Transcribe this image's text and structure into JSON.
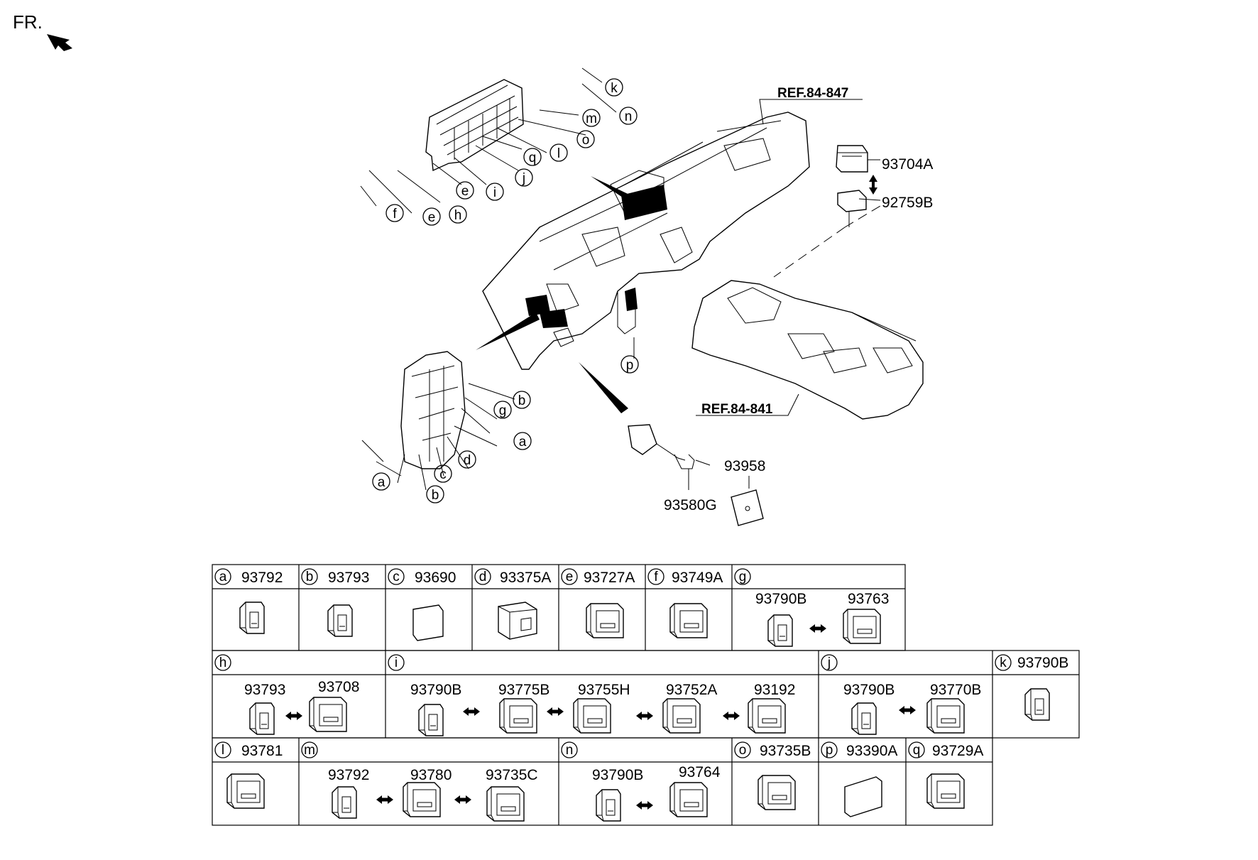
{
  "orientation_label": "FR.",
  "references": [
    "REF.84-847",
    "REF.84-841"
  ],
  "callouts": {
    "top_panel": [
      "k",
      "n",
      "m",
      "o",
      "l",
      "q",
      "j",
      "i",
      "e",
      "h",
      "e",
      "f"
    ],
    "left_panel": [
      "b",
      "g",
      "a",
      "d",
      "c",
      "b",
      "a"
    ],
    "center": [
      "p"
    ]
  },
  "parts": {
    "p93704A": "93704A",
    "p92759B": "92759B",
    "p93958": "93958",
    "p93580G": "93580G"
  },
  "table": {
    "row1": [
      {
        "key": "a",
        "part": "93792"
      },
      {
        "key": "b",
        "part": "93793"
      },
      {
        "key": "c",
        "part": "93690"
      },
      {
        "key": "d",
        "part": "93375A"
      },
      {
        "key": "e",
        "part": "93727A"
      },
      {
        "key": "f",
        "part": "93749A"
      },
      {
        "key": "g",
        "part": "",
        "alts": [
          "93790B",
          "93763"
        ]
      }
    ],
    "row2": [
      {
        "key": "h",
        "alts": [
          "93793",
          "93708"
        ]
      },
      {
        "key": "i",
        "alts": [
          "93790B",
          "93775B",
          "93755H",
          "93752A",
          "93192"
        ]
      },
      {
        "key": "j",
        "alts": [
          "93790B",
          "93770B"
        ]
      },
      {
        "key": "k",
        "part": "93790B"
      }
    ],
    "row3": [
      {
        "key": "l",
        "part": "93781"
      },
      {
        "key": "m",
        "alts": [
          "93792",
          "93780",
          "93735C"
        ]
      },
      {
        "key": "n",
        "alts": [
          "93790B",
          "93764"
        ]
      },
      {
        "key": "o",
        "part": "93735B"
      },
      {
        "key": "p",
        "part": "93390A"
      },
      {
        "key": "q",
        "part": "93729A"
      }
    ]
  }
}
